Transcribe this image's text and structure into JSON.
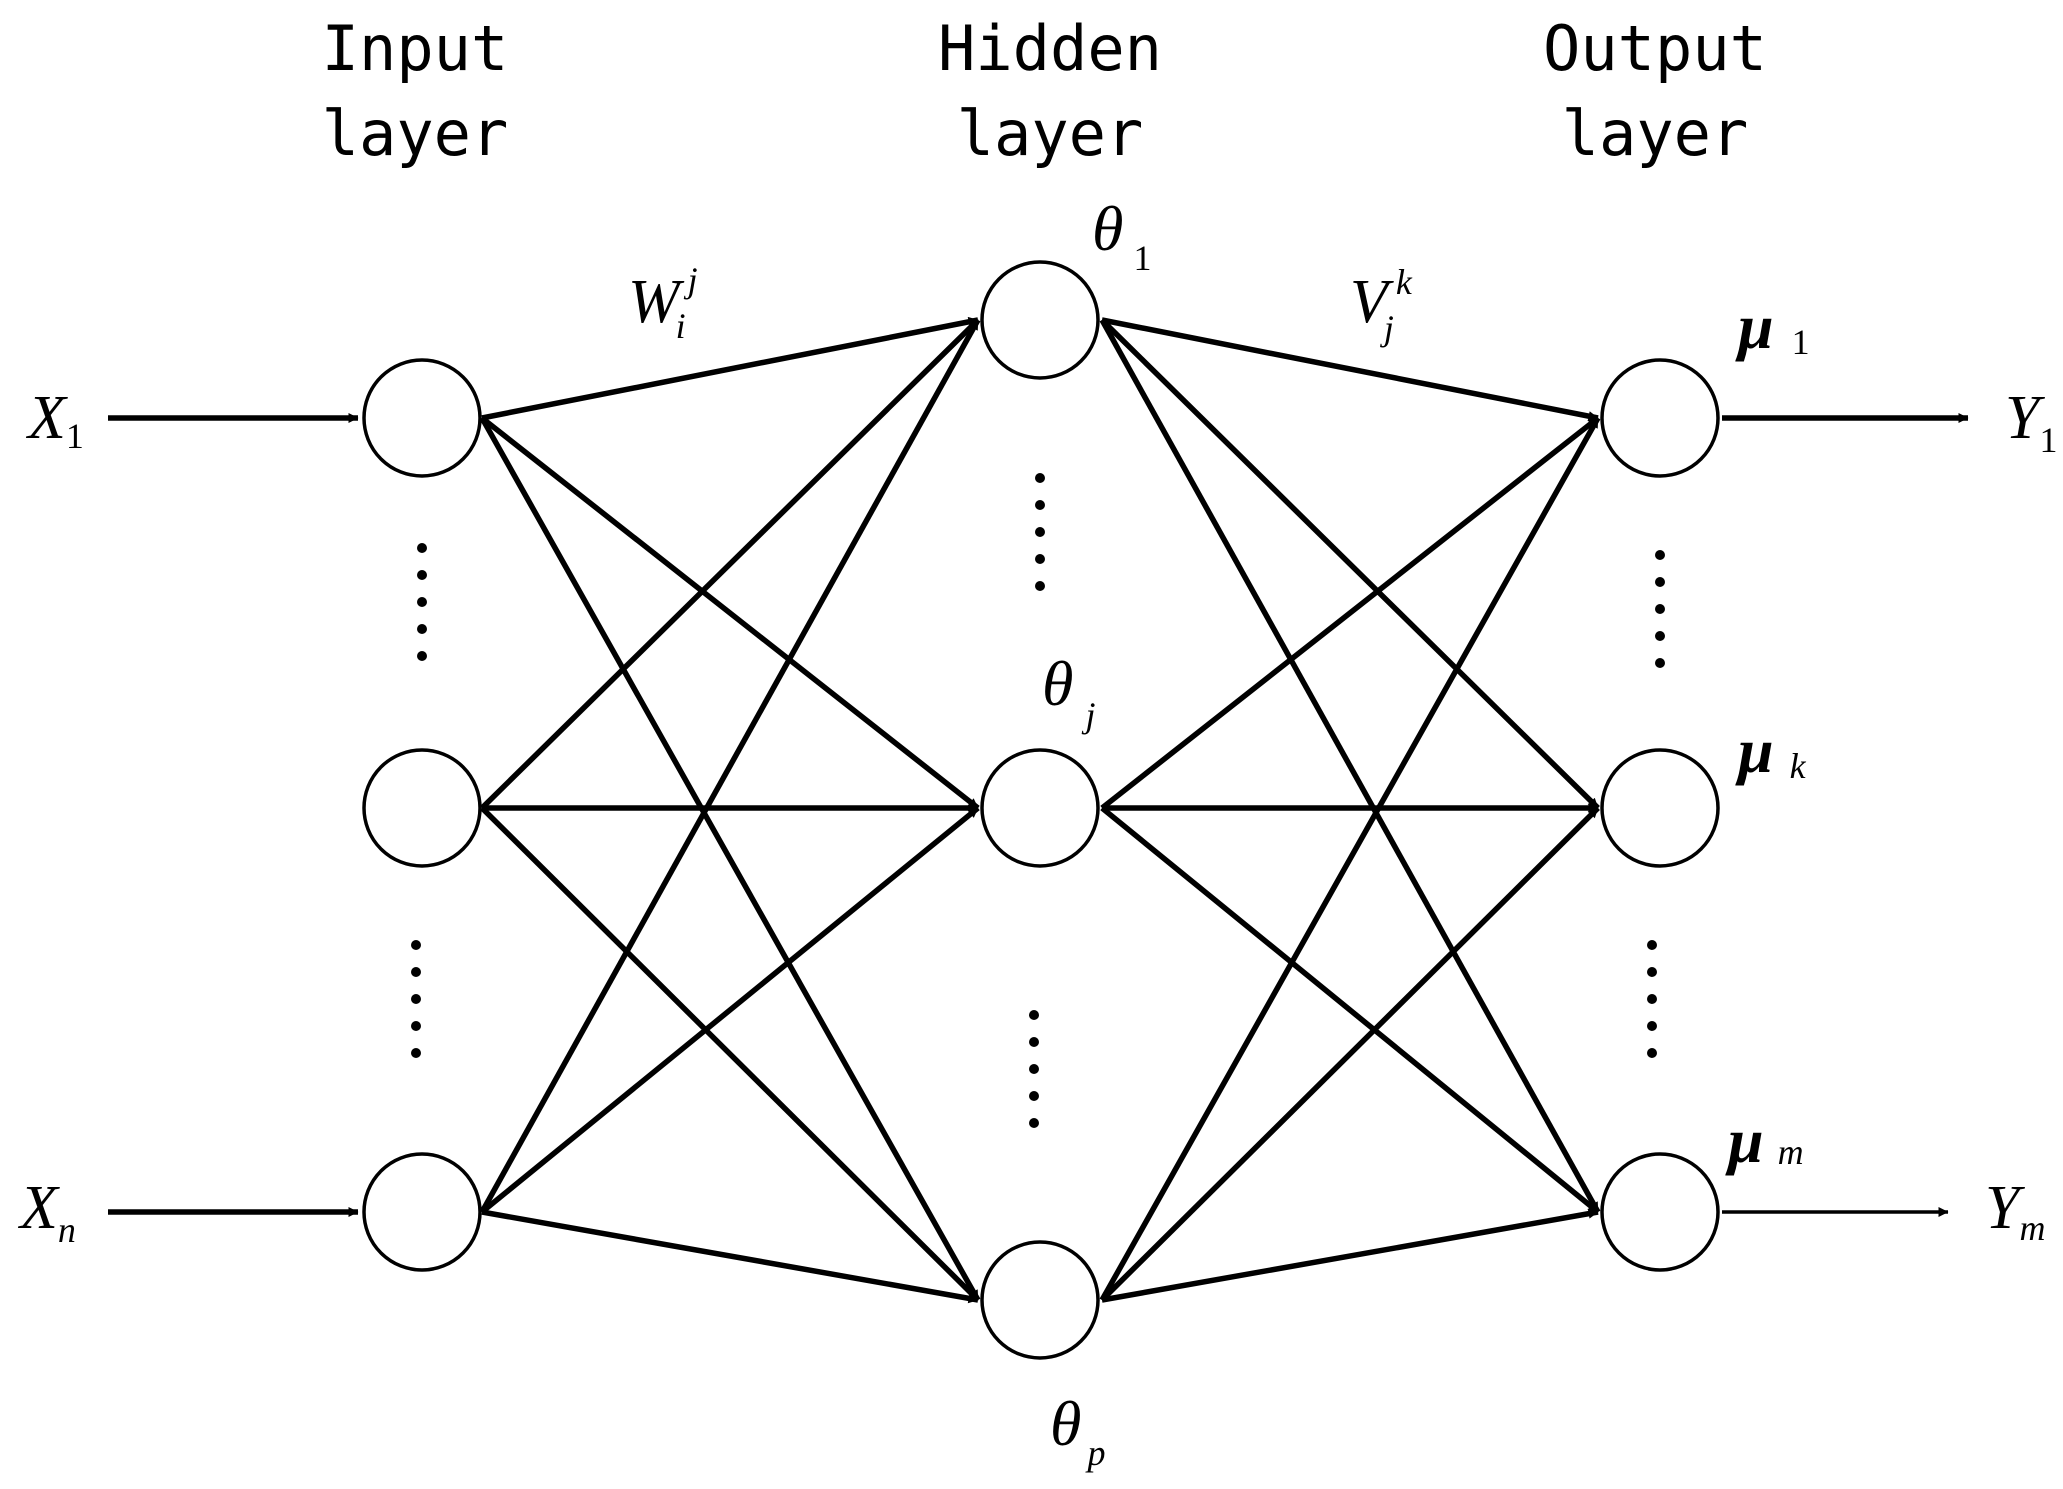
{
  "layers": {
    "input": {
      "line1": "Input",
      "line2": "layer"
    },
    "hidden": {
      "line1": "Hidden",
      "line2": "layer"
    },
    "output": {
      "line1": "Output",
      "line2": "layer"
    }
  },
  "inputs": [
    {
      "base": "X",
      "sub": "1"
    },
    {
      "base": "X",
      "sub": "n"
    }
  ],
  "outputs": [
    {
      "base": "Y",
      "sub": "1"
    },
    {
      "base": "Y",
      "sub": "m"
    }
  ],
  "hidden_labels": [
    {
      "base": "θ",
      "sub": "1"
    },
    {
      "base": "θ",
      "sub": "j"
    },
    {
      "base": "θ",
      "sub": "p"
    }
  ],
  "output_labels": [
    {
      "base": "μ",
      "sub": "1"
    },
    {
      "base": "μ",
      "sub": "k"
    },
    {
      "base": "μ",
      "sub": "m"
    }
  ],
  "weights": {
    "input_hidden": {
      "base": "W",
      "sub": "i",
      "sup": "j"
    },
    "hidden_output": {
      "base": "V",
      "sub": "j",
      "sup": "k"
    }
  }
}
